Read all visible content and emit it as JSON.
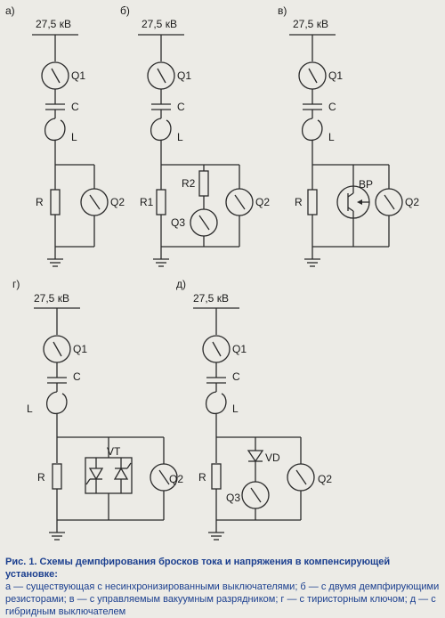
{
  "panels": [
    {
      "id": "a",
      "label": "а)",
      "voltage": "27,5 кВ",
      "switch": "Q1",
      "capacitor": "C",
      "inductor": "L",
      "resistor": "R",
      "branch_switch": "Q2"
    },
    {
      "id": "b",
      "label": "б)",
      "voltage": "27,5 кВ",
      "switch": "Q1",
      "capacitor": "C",
      "inductor": "L",
      "resistor": "R1",
      "resistor2": "R2",
      "switch3": "Q3",
      "branch_switch": "Q2"
    },
    {
      "id": "v",
      "label": "в)",
      "voltage": "27,5 кВ",
      "switch": "Q1",
      "capacitor": "C",
      "inductor": "L",
      "resistor": "R",
      "arrester": "ВР",
      "branch_switch": "Q2"
    },
    {
      "id": "g",
      "label": "г)",
      "voltage": "27,5 кВ",
      "switch": "Q1",
      "capacitor": "C",
      "inductor": "L",
      "resistor": "R",
      "thyristor": "VT",
      "branch_switch": "Q2"
    },
    {
      "id": "d",
      "label": "д)",
      "voltage": "27,5 кВ",
      "switch": "Q1",
      "capacitor": "C",
      "inductor": "L",
      "resistor": "R",
      "diode": "VD",
      "switch3": "Q3",
      "branch_switch": "Q2"
    }
  ],
  "caption": {
    "title": "Рис. 1. Схемы демпфирования бросков тока и напряжения в компенсирующей установке:",
    "body": "а — существующая с несинхронизированными выключателями; б — с двумя демпфирующими резисторами; в — с управляемым вакуумным разрядником; г — с тиристорным ключом; д — с гибридным выключателем"
  }
}
